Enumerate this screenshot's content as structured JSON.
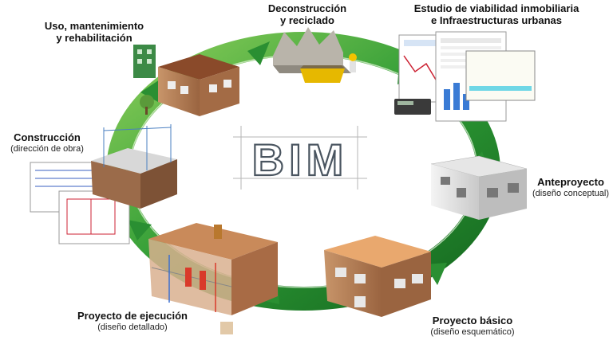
{
  "center_title": "BIM",
  "colors": {
    "ring_green": "#1f8a2c",
    "ring_light": "#8dcf5a",
    "arrow_green": "#2e9b35",
    "brick": "#b07a52",
    "roof": "#8a4a2a"
  },
  "stages": [
    {
      "id": "uso",
      "title_lines": [
        "Uso, mantenimiento",
        "y rehabilitación"
      ],
      "subtitle": ""
    },
    {
      "id": "deconstruccion",
      "title_lines": [
        "Deconstrucción",
        "y reciclado"
      ],
      "subtitle": ""
    },
    {
      "id": "estudio",
      "title_lines": [
        "Estudio de viabilidad inmobiliaria",
        "e Infraestructuras urbanas"
      ],
      "subtitle": ""
    },
    {
      "id": "anteproyecto",
      "title_lines": [
        "Anteproyecto"
      ],
      "subtitle": "(diseño conceptual)"
    },
    {
      "id": "basico",
      "title_lines": [
        "Proyecto básico"
      ],
      "subtitle": "(diseño esquemático)"
    },
    {
      "id": "ejecucion",
      "title_lines": [
        "Proyecto de ejecución"
      ],
      "subtitle": "(diseño detallado)"
    },
    {
      "id": "construccion",
      "title_lines": [
        "Construcción"
      ],
      "subtitle": "(dirección de obra)"
    }
  ]
}
